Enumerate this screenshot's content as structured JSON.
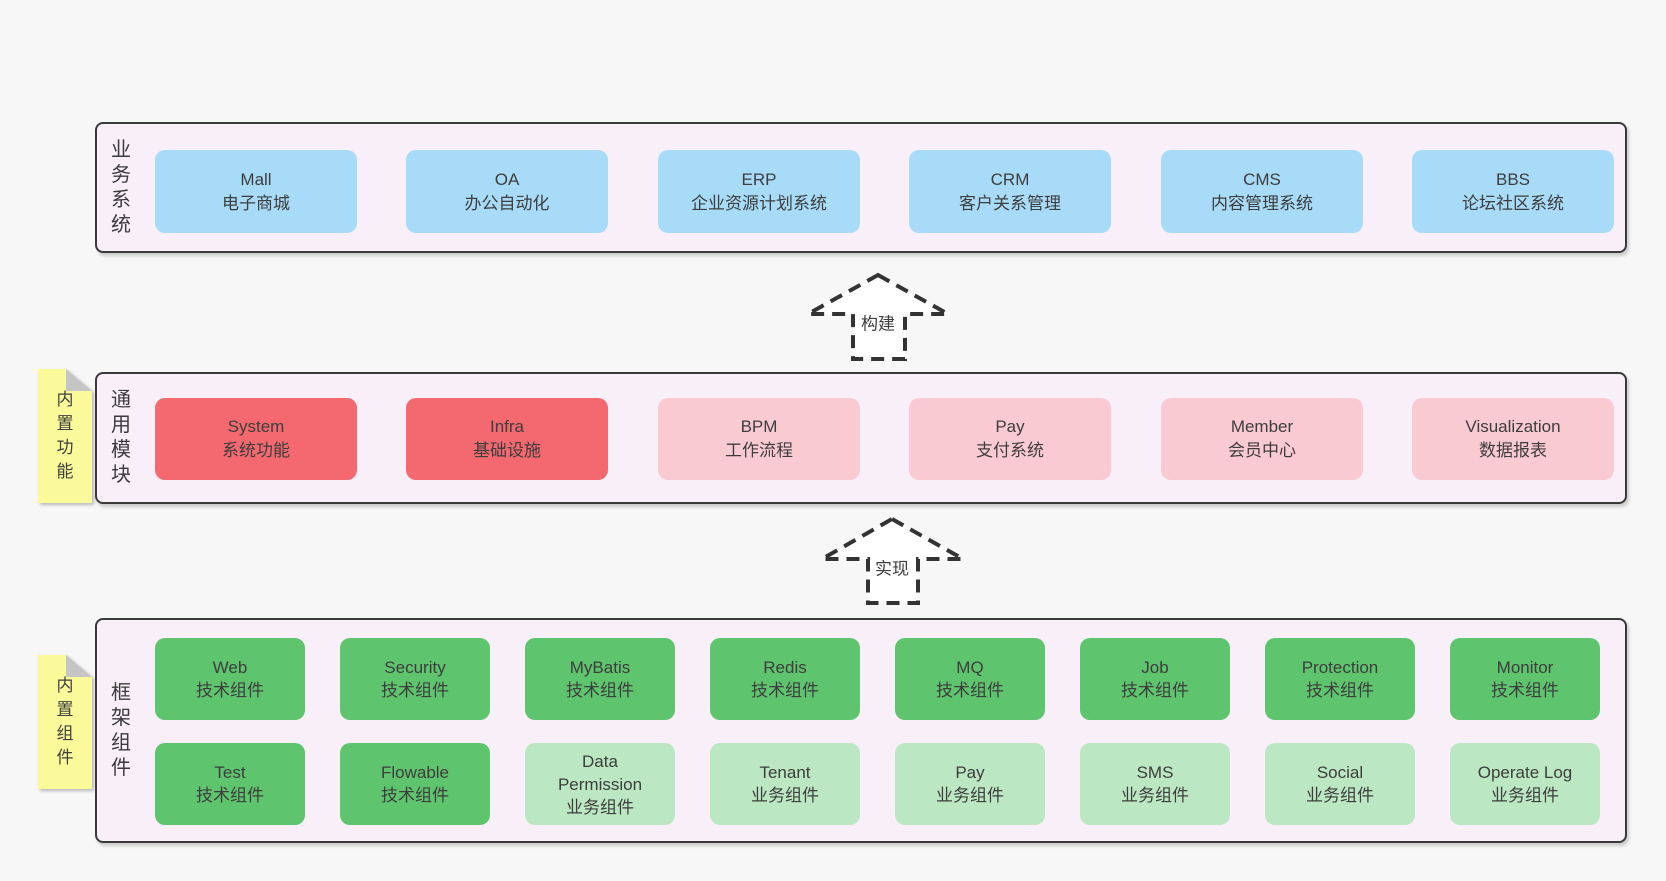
{
  "colors": {
    "page_bg": "#f7f7f7",
    "container_bg": "#f9eff9",
    "container_border": "#3a3a3a",
    "blue_box": "#a7dbf7",
    "red_box": "#f4696f",
    "pink_box": "#facad3",
    "green_box": "#5fc46e",
    "light_green_box": "#bce7c3",
    "sticky_bg": "#fafa9b",
    "sticky_fold": "#c5c5c5",
    "arrow_stroke": "#333333",
    "arrow_fill": "#ffffff",
    "text": "#3d3d3d"
  },
  "sections": {
    "business": {
      "label": "业务系统",
      "boxes": [
        {
          "en": "Mall",
          "zh": "电子商城"
        },
        {
          "en": "OA",
          "zh": "办公自动化"
        },
        {
          "en": "ERP",
          "zh": "企业资源计划系统"
        },
        {
          "en": "CRM",
          "zh": "客户关系管理"
        },
        {
          "en": "CMS",
          "zh": "内容管理系统"
        },
        {
          "en": "BBS",
          "zh": "论坛社区系统"
        }
      ]
    },
    "modules": {
      "label": "通用模块",
      "sticky": "内置功能",
      "boxes": [
        {
          "en": "System",
          "zh": "系统功能"
        },
        {
          "en": "Infra",
          "zh": "基础设施"
        },
        {
          "en": "BPM",
          "zh": "工作流程"
        },
        {
          "en": "Pay",
          "zh": "支付系统"
        },
        {
          "en": "Member",
          "zh": "会员中心"
        },
        {
          "en": "Visualization",
          "zh": "数据报表"
        }
      ]
    },
    "framework": {
      "label": "框架组件",
      "sticky": "内置组件",
      "row1": [
        {
          "en": "Web",
          "zh": "技术组件"
        },
        {
          "en": "Security",
          "zh": "技术组件"
        },
        {
          "en": "MyBatis",
          "zh": "技术组件"
        },
        {
          "en": "Redis",
          "zh": "技术组件"
        },
        {
          "en": "MQ",
          "zh": "技术组件"
        },
        {
          "en": "Job",
          "zh": "技术组件"
        },
        {
          "en": "Protection",
          "zh": "技术组件"
        },
        {
          "en": "Monitor",
          "zh": "技术组件"
        }
      ],
      "row2": [
        {
          "en": "Test",
          "zh": "技术组件"
        },
        {
          "en": "Flowable",
          "zh": "技术组件"
        },
        {
          "en": "Data Permission",
          "zh": "业务组件"
        },
        {
          "en": "Tenant",
          "zh": "业务组件"
        },
        {
          "en": "Pay",
          "zh": "业务组件"
        },
        {
          "en": "SMS",
          "zh": "业务组件"
        },
        {
          "en": "Social",
          "zh": "业务组件"
        },
        {
          "en": "Operate Log",
          "zh": "业务组件"
        }
      ]
    }
  },
  "arrows": {
    "build": "构建",
    "implement": "实现"
  }
}
